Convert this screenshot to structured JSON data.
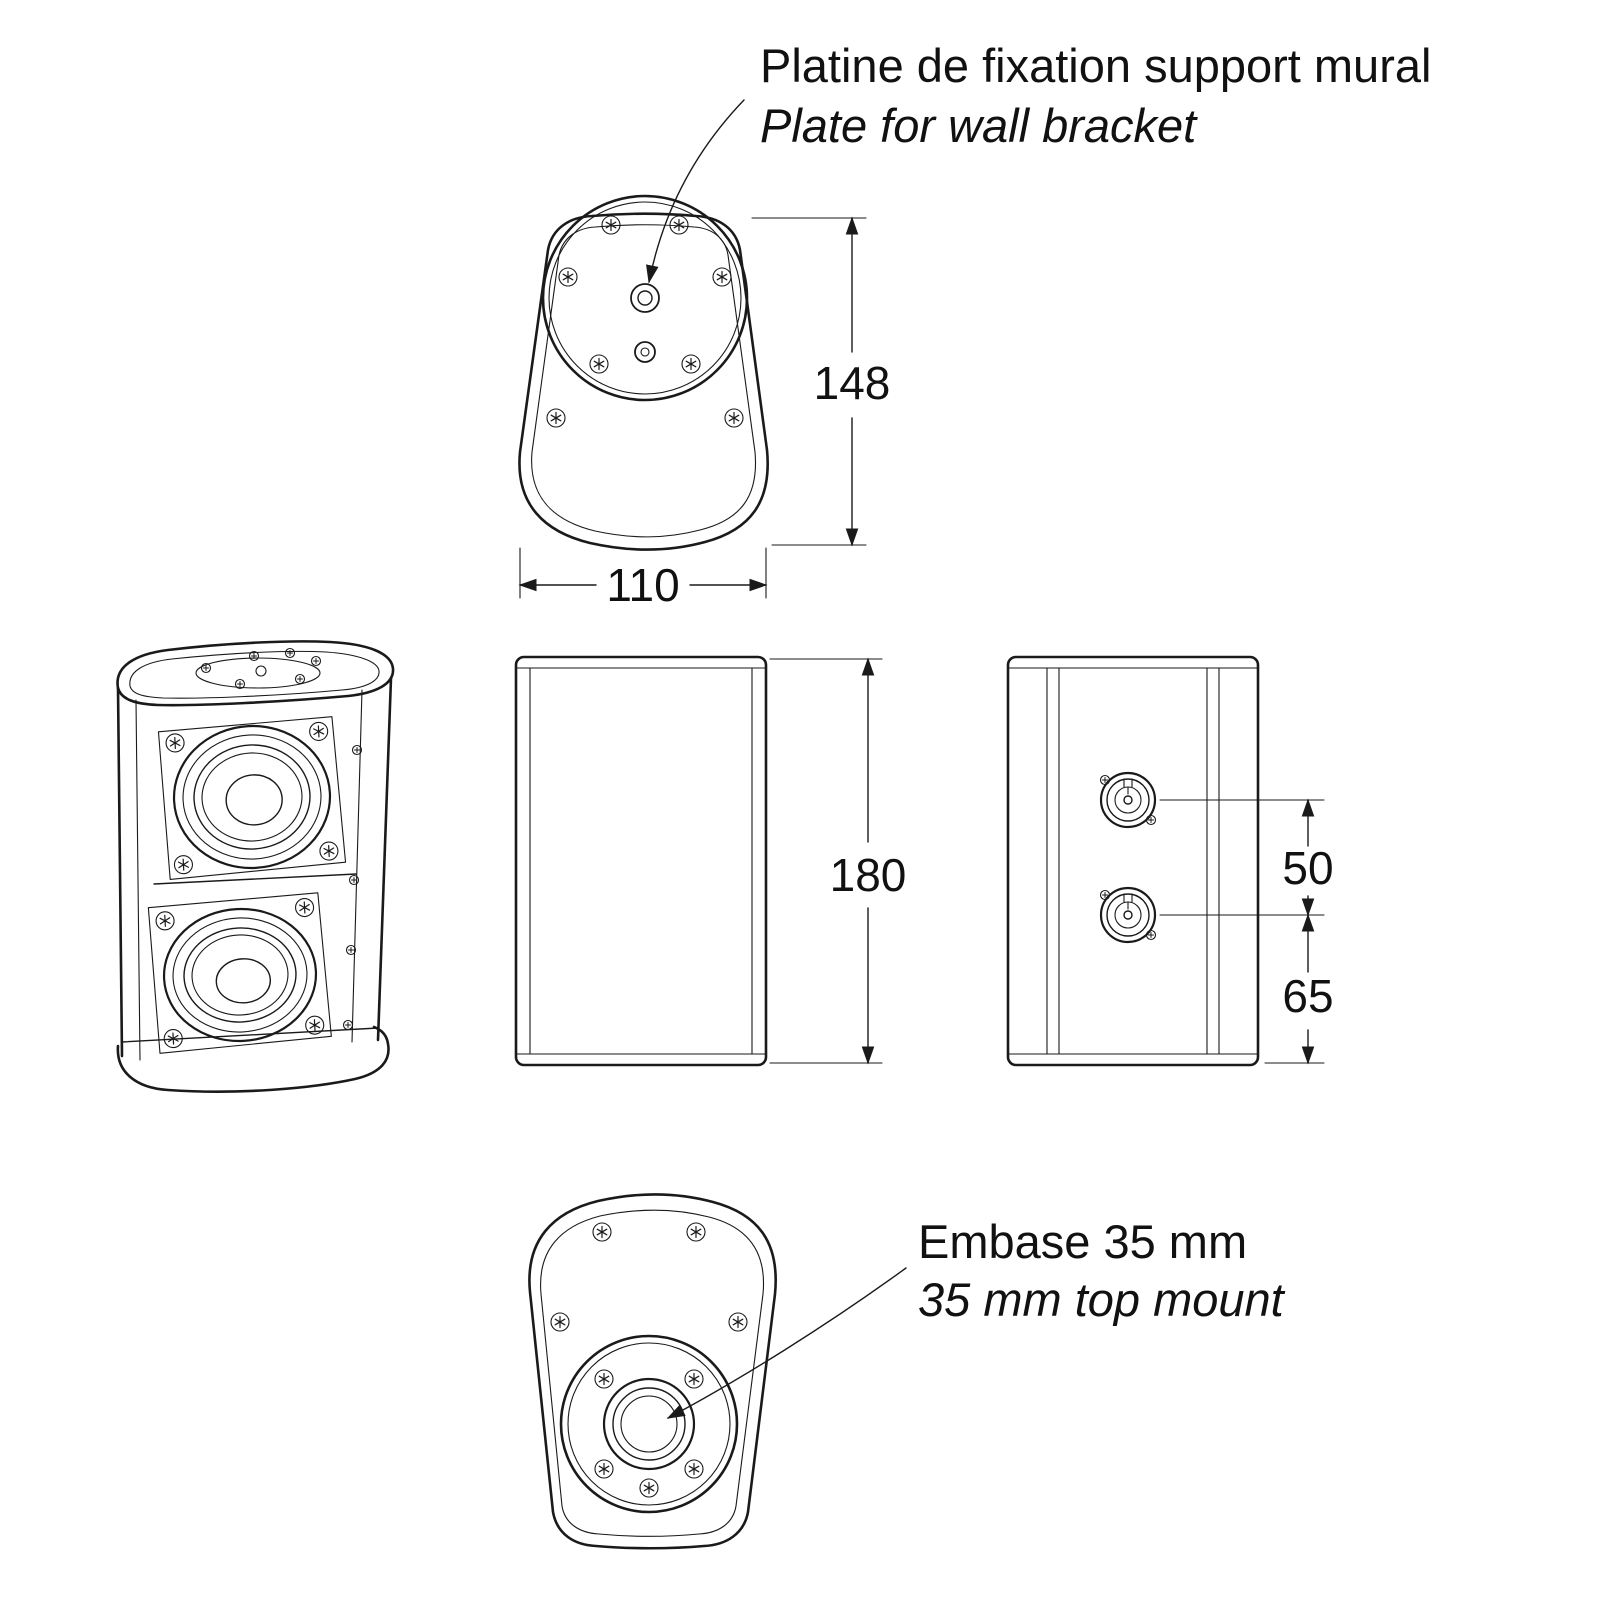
{
  "drawing": {
    "annotations": {
      "wall_bracket": {
        "fr": "Platine de fixation support mural",
        "en": "Plate for wall bracket"
      },
      "top_mount": {
        "fr": "Embase 35 mm",
        "en": "35 mm top mount"
      }
    },
    "dimensions": {
      "top_height": "148",
      "top_width": "110",
      "cabinet_height": "180",
      "connector_spacing": "50",
      "connector_bottom_offset": "65"
    },
    "colors": {
      "line": "#1a1a1a",
      "background": "#ffffff",
      "text": "#111111"
    }
  }
}
